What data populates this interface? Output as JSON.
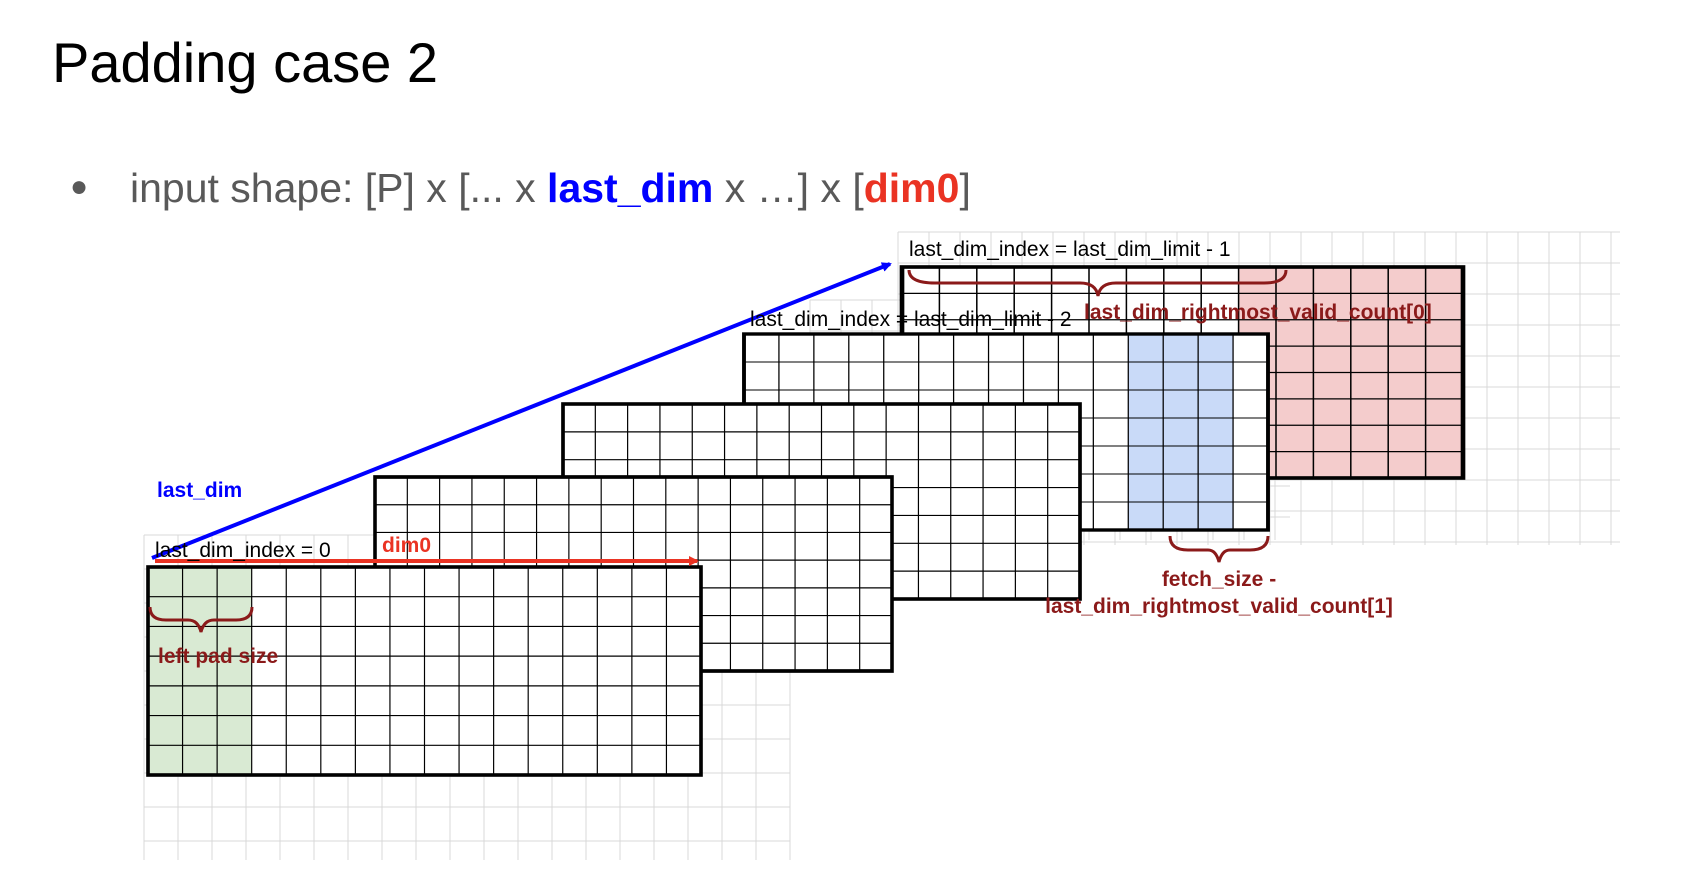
{
  "title": "Padding case 2",
  "bullet": {
    "prefix": "input shape: [P] x [... x ",
    "last_dim": "last_dim",
    "middle": " x …] x [",
    "dim0": "dim0",
    "suffix": "]"
  },
  "labels": {
    "idx_top": "last_dim_index = last_dim_limit - 1",
    "idx_second": "last_dim_index = last_dim_limit - 2",
    "idx_first": "last_dim_index = 0",
    "last_dim_axis": "last_dim",
    "dim0_axis": "dim0",
    "left_pad": "left pad size",
    "valid_count0": "last_dim_rightmost_valid_count[0]",
    "fetch_line1": "fetch_size -",
    "fetch_line2": "last_dim_rightmost_valid_count[1]"
  },
  "colors": {
    "black": "#000000",
    "blue": "#0000ff",
    "red": "#ea3323",
    "dark_red": "#8b1a1a",
    "green_fill": "#d9ead3",
    "blue_fill": "#c9daf8",
    "pink_fill": "#f4cccc",
    "grid_light": "#d9d9d9"
  }
}
